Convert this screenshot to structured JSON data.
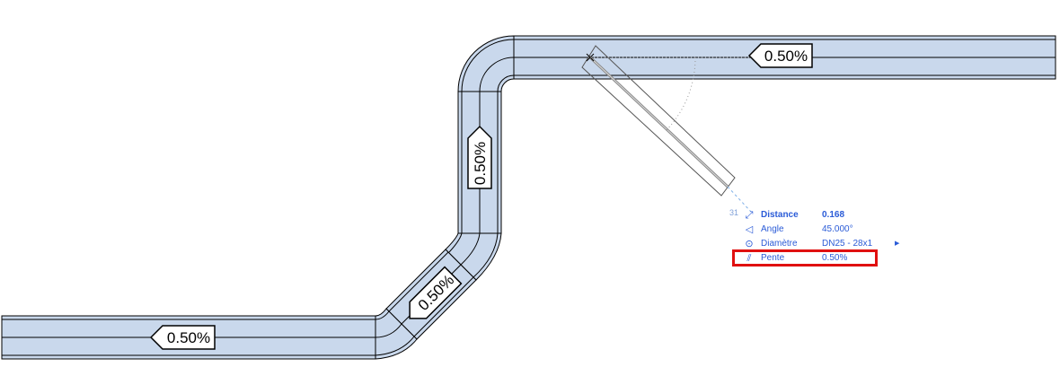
{
  "pipe_labels": {
    "top_right": "0.50%",
    "vertical": "0.50%",
    "diagonal": "0.50%",
    "bottom_left": "0.50%"
  },
  "tooltip": {
    "side_number": "31",
    "rows": [
      {
        "icon": "distance-icon",
        "label": "Distance",
        "value": "0.168"
      },
      {
        "icon": "angle-icon",
        "label": "Angle",
        "value": "45.000°"
      },
      {
        "icon": "diameter-icon",
        "label": "Diamètre",
        "value": "DN25 - 28x1"
      },
      {
        "icon": "slope-icon",
        "label": "Pente",
        "value": "0.50%"
      }
    ]
  },
  "colors": {
    "pipe_fill": "#c9d8ec",
    "tooltip_text": "#2a5bd7",
    "highlight": "#e01010"
  }
}
